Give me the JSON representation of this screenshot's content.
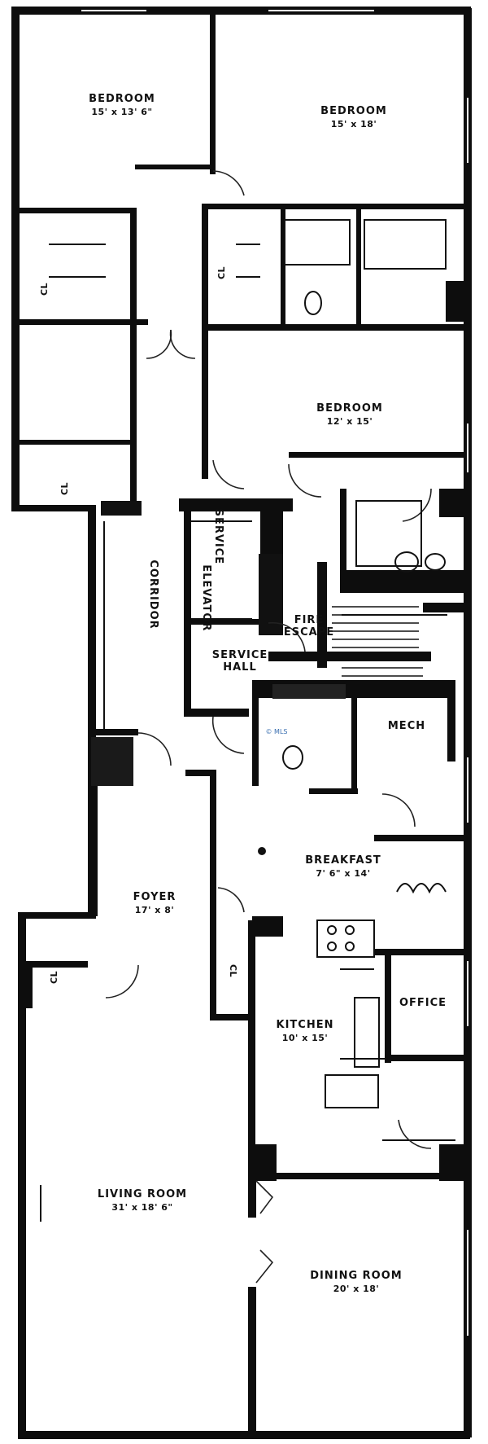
{
  "rooms": [
    {
      "id": "bedroom-1",
      "name": "BEDROOM",
      "size": "15' x 13' 6\""
    },
    {
      "id": "bedroom-2",
      "name": "BEDROOM",
      "size": "15' x 18'"
    },
    {
      "id": "bedroom-3",
      "name": "BEDROOM",
      "size": "12' x 15'"
    },
    {
      "id": "service-elevator",
      "name": "SERVICE\nELEVATOR",
      "size": ""
    },
    {
      "id": "fire-escape",
      "name": "FIRE\nESCAPE",
      "size": ""
    },
    {
      "id": "service-hall",
      "name": "SERVICE\nHALL",
      "size": ""
    },
    {
      "id": "corridor",
      "name": "CORRIDOR",
      "size": ""
    },
    {
      "id": "mech",
      "name": "MECH",
      "size": ""
    },
    {
      "id": "breakfast",
      "name": "BREAKFAST",
      "size": "7' 6\" x 14'"
    },
    {
      "id": "foyer",
      "name": "FOYER",
      "size": "17' x 8'"
    },
    {
      "id": "office",
      "name": "OFFICE",
      "size": ""
    },
    {
      "id": "kitchen",
      "name": "KITCHEN",
      "size": "10' x 15'"
    },
    {
      "id": "living-room",
      "name": "LIVING ROOM",
      "size": "31' x 18' 6\""
    },
    {
      "id": "dining-room",
      "name": "DINING ROOM",
      "size": "20' x 18'"
    }
  ],
  "closet_label": "CL",
  "watermark": "© MLS"
}
